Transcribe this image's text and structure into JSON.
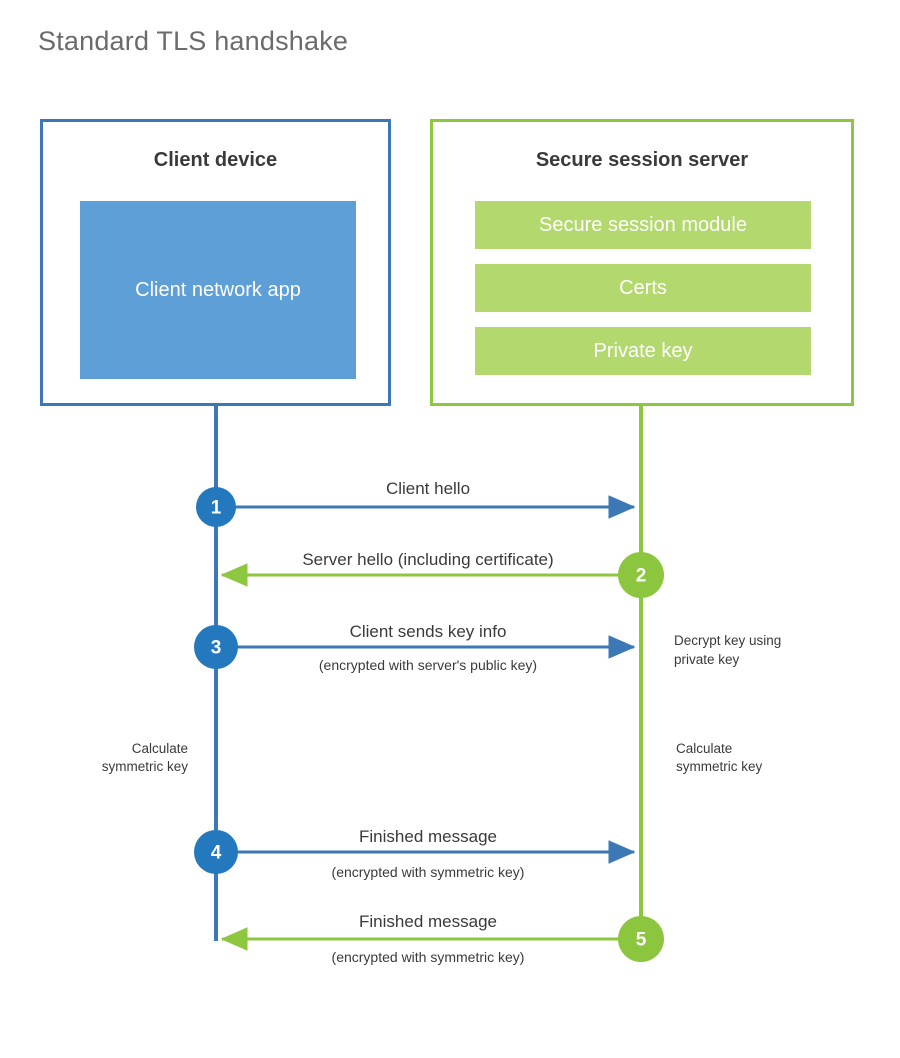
{
  "page": {
    "title": "Standard TLS handshake",
    "background": "#ffffff"
  },
  "colors": {
    "client_blue": "#3b78b5",
    "client_app_fill": "#5d9fd6",
    "server_green": "#8dc63f",
    "server_bar_fill": "#b3d86e",
    "title_gray": "#6b6b6b",
    "text_dark": "#3a3a3a"
  },
  "client_panel": {
    "title": "Client device",
    "app_box_label": "Client network app"
  },
  "server_panel": {
    "title": "Secure session server",
    "bars": [
      {
        "label": "Secure session module"
      },
      {
        "label": "Certs"
      },
      {
        "label": "Private key"
      }
    ]
  },
  "sequence": {
    "steps": [
      {
        "number": "1",
        "label": "Client hello",
        "sublabel": "",
        "direction": "client-to-server",
        "color": "#3b78b5"
      },
      {
        "number": "2",
        "label": "Server hello (including certificate)",
        "sublabel": "",
        "direction": "server-to-client",
        "color": "#8dc63f"
      },
      {
        "number": "3",
        "label": "Client sends key info",
        "sublabel": "(encrypted with server's public key)",
        "direction": "client-to-server",
        "color": "#3b78b5"
      },
      {
        "number": "4",
        "label": "Finished message",
        "sublabel": "(encrypted with symmetric key)",
        "direction": "client-to-server",
        "color": "#3b78b5"
      },
      {
        "number": "5",
        "label": "Finished message",
        "sublabel": "(encrypted with symmetric key)",
        "direction": "server-to-client",
        "color": "#8dc63f"
      }
    ],
    "notes": [
      {
        "id": "decrypt-key-note",
        "line1": "Decrypt key using",
        "line2": "private key",
        "side": "server"
      },
      {
        "id": "client-calc-note",
        "line1": "Calculate",
        "line2": "symmetric key",
        "side": "client"
      },
      {
        "id": "server-calc-note",
        "line1": "Calculate",
        "line2": "symmetric key",
        "side": "server"
      }
    ]
  }
}
